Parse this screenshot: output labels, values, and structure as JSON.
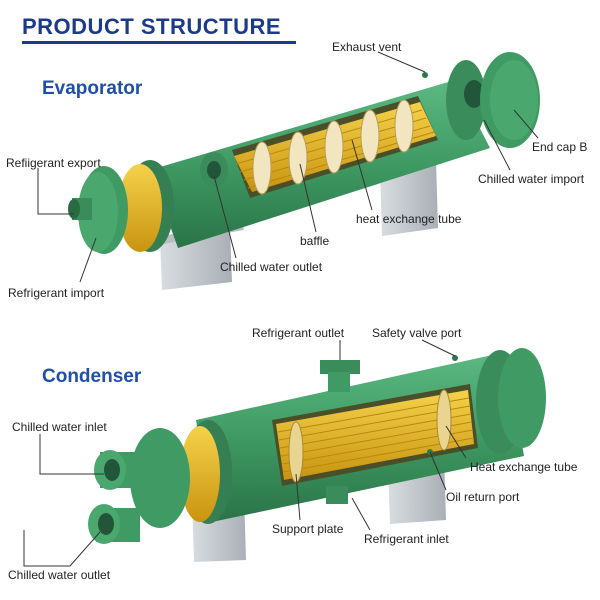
{
  "title": "PRODUCT STRUCTURE",
  "evaporator": {
    "heading": "Evaporator",
    "labels": {
      "exhaust_vent": "Exhaust vent",
      "refrigerant_export": "Refiigerant export",
      "end_cap_b": "End cap B",
      "chilled_water_import": "Chilled water import",
      "heat_exchange_tube": "heat exchange tube",
      "baffle": "baffle",
      "chilled_water_outlet": "Chilled water outlet",
      "refrigerant_import": "Refrigerant import"
    }
  },
  "condenser": {
    "heading": "Condenser",
    "labels": {
      "refrigerant_outlet": "Refrigerant outlet",
      "safety_valve_port": "Safety valve port",
      "chilled_water_inlet": "Chilled water inlet",
      "heat_exchange_tube": "Heat exchange tube",
      "oil_return_port": "Oil return port",
      "support_plate": "Support plate",
      "refrigerant_inlet": "Refrigerant inlet",
      "chilled_water_outlet": "Chilled water outlet"
    }
  },
  "colors": {
    "shell": "#3f9a63",
    "shell_dark": "#2c7a4b",
    "tube": "#e6b820",
    "support": "#c9ced3",
    "title": "#1c3a8a"
  }
}
